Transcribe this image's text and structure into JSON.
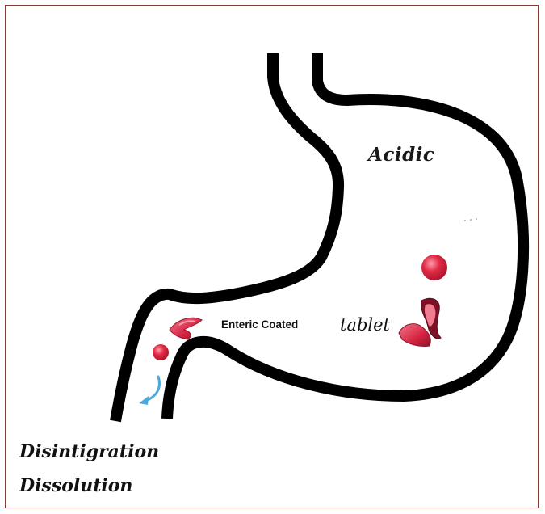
{
  "labels": {
    "acidic": "Acidic",
    "enteric_coated": "Enteric Coated",
    "tablet": "tablet",
    "disintegration": "Disintigration",
    "dissolution": "Dissolution"
  },
  "colors": {
    "outline": "#000000",
    "frame_border": "#8b3a3a",
    "tablet_red": "#d8243c",
    "tablet_dark": "#8c1428",
    "arrow_blue": "#4aa8dc"
  }
}
